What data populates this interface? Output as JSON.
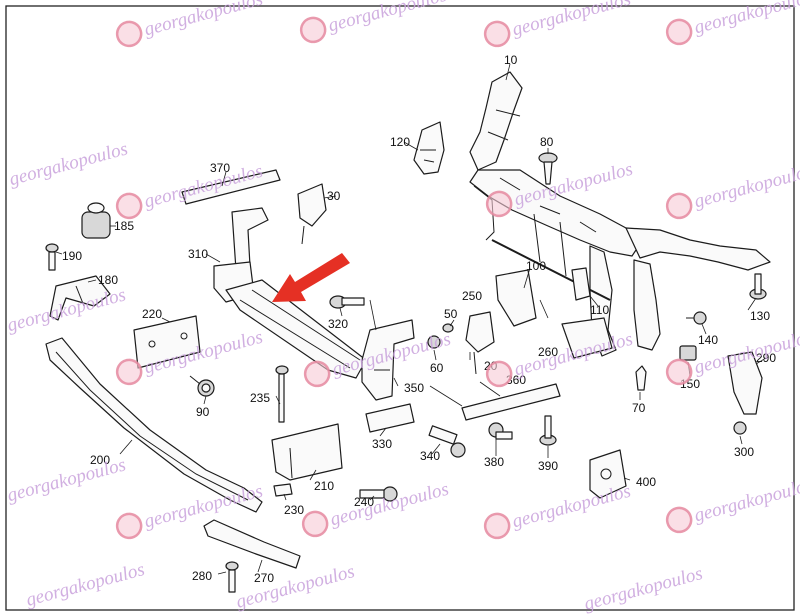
{
  "watermark": {
    "text": "georgakopoulos"
  },
  "callouts": [
    {
      "id": "10",
      "label": "10"
    },
    {
      "id": "20",
      "label": "20"
    },
    {
      "id": "30",
      "label": "30"
    },
    {
      "id": "50",
      "label": "50"
    },
    {
      "id": "60",
      "label": "60"
    },
    {
      "id": "70",
      "label": "70"
    },
    {
      "id": "80",
      "label": "80"
    },
    {
      "id": "90",
      "label": "90"
    },
    {
      "id": "100",
      "label": "100"
    },
    {
      "id": "110",
      "label": "110"
    },
    {
      "id": "120",
      "label": "120"
    },
    {
      "id": "130",
      "label": "130"
    },
    {
      "id": "140",
      "label": "140"
    },
    {
      "id": "150",
      "label": "150"
    },
    {
      "id": "180",
      "label": "180"
    },
    {
      "id": "185",
      "label": "185"
    },
    {
      "id": "190",
      "label": "190"
    },
    {
      "id": "200",
      "label": "200"
    },
    {
      "id": "210",
      "label": "210"
    },
    {
      "id": "220",
      "label": "220"
    },
    {
      "id": "230",
      "label": "230"
    },
    {
      "id": "235",
      "label": "235"
    },
    {
      "id": "240",
      "label": "240"
    },
    {
      "id": "250",
      "label": "250"
    },
    {
      "id": "260",
      "label": "260"
    },
    {
      "id": "270",
      "label": "270"
    },
    {
      "id": "280",
      "label": "280"
    },
    {
      "id": "290",
      "label": "290"
    },
    {
      "id": "300",
      "label": "300"
    },
    {
      "id": "310",
      "label": "310"
    },
    {
      "id": "320",
      "label": "320"
    },
    {
      "id": "330",
      "label": "330"
    },
    {
      "id": "340",
      "label": "340"
    },
    {
      "id": "350",
      "label": "350"
    },
    {
      "id": "360",
      "label": "360"
    },
    {
      "id": "370",
      "label": "370"
    },
    {
      "id": "380",
      "label": "380"
    },
    {
      "id": "390",
      "label": "390"
    },
    {
      "id": "400",
      "label": "400"
    }
  ],
  "highlight": {
    "color": "#e53024"
  },
  "colors": {
    "line": "#1c1c1c",
    "watermark_text": "#c9a2dc",
    "watermark_logo": "#e58aa0"
  }
}
